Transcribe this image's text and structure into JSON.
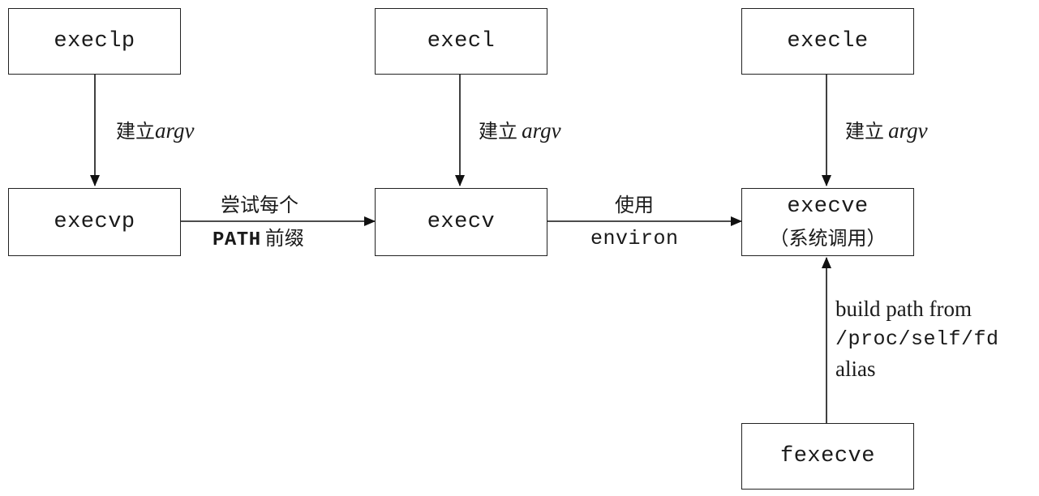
{
  "nodes": {
    "execlp": "execlp",
    "execl": "execl",
    "execle": "execle",
    "execvp": "execvp",
    "execv": "execv",
    "execve": "execve",
    "execve_note": "（系统调用）",
    "fexecve": "fexecve"
  },
  "edges": {
    "build_argv_prefix": "建立",
    "build_argv_var": "argv",
    "try_each": "尝试每个",
    "path_var": "PATH",
    "prefix": "前缀",
    "use": "使用",
    "environ": "environ",
    "fd_line1": "build path from",
    "fd_line2": "/proc/self/fd",
    "fd_line3": "alias"
  }
}
